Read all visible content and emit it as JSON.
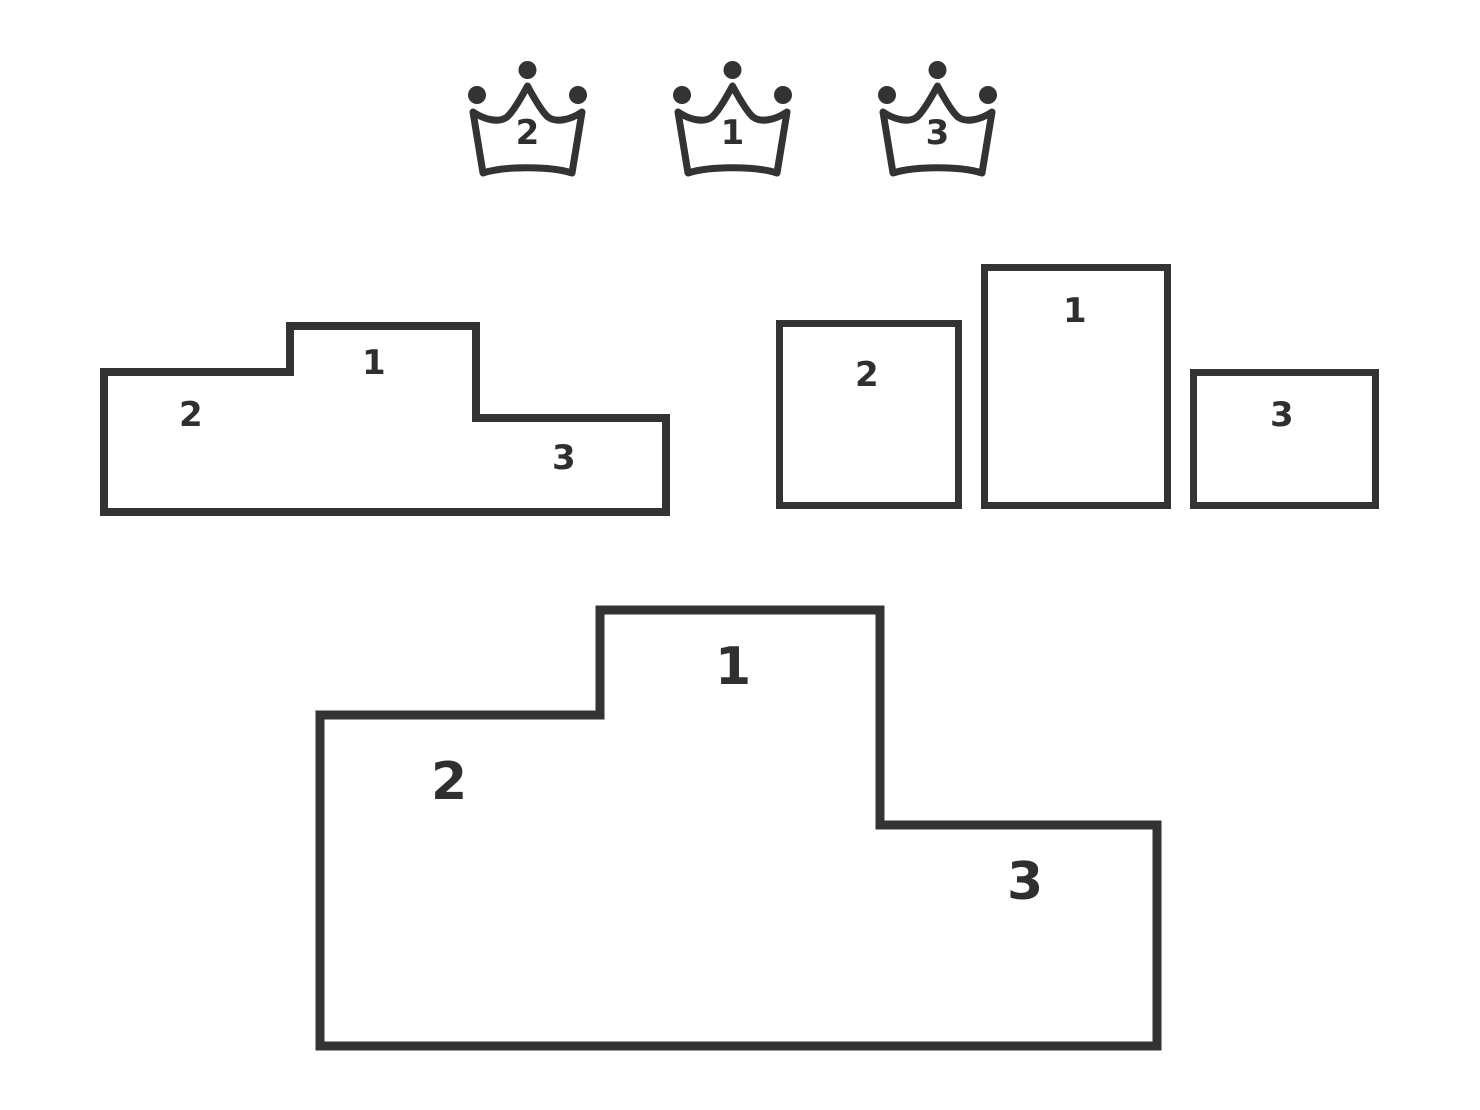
{
  "scene": {
    "title": "podium-ranking-illustration",
    "background_color": "#ffffff",
    "stroke_color": "#333333",
    "text_color": "#2f2f2f"
  },
  "crowns": {
    "icon_name": "crown-icon",
    "items": [
      {
        "label": "2",
        "rank": 2
      },
      {
        "label": "1",
        "rank": 1
      },
      {
        "label": "3",
        "rank": 3
      }
    ]
  },
  "podium_small": {
    "name": "podium-outline-small",
    "labels": {
      "first": "1",
      "second": "2",
      "third": "3"
    }
  },
  "podium_large": {
    "name": "podium-outline-large",
    "labels": {
      "first": "1",
      "second": "2",
      "third": "3"
    }
  },
  "boxes": {
    "name": "separated-podium-boxes",
    "items": [
      {
        "label": "2",
        "rank": 2
      },
      {
        "label": "1",
        "rank": 1
      },
      {
        "label": "3",
        "rank": 3
      }
    ]
  }
}
